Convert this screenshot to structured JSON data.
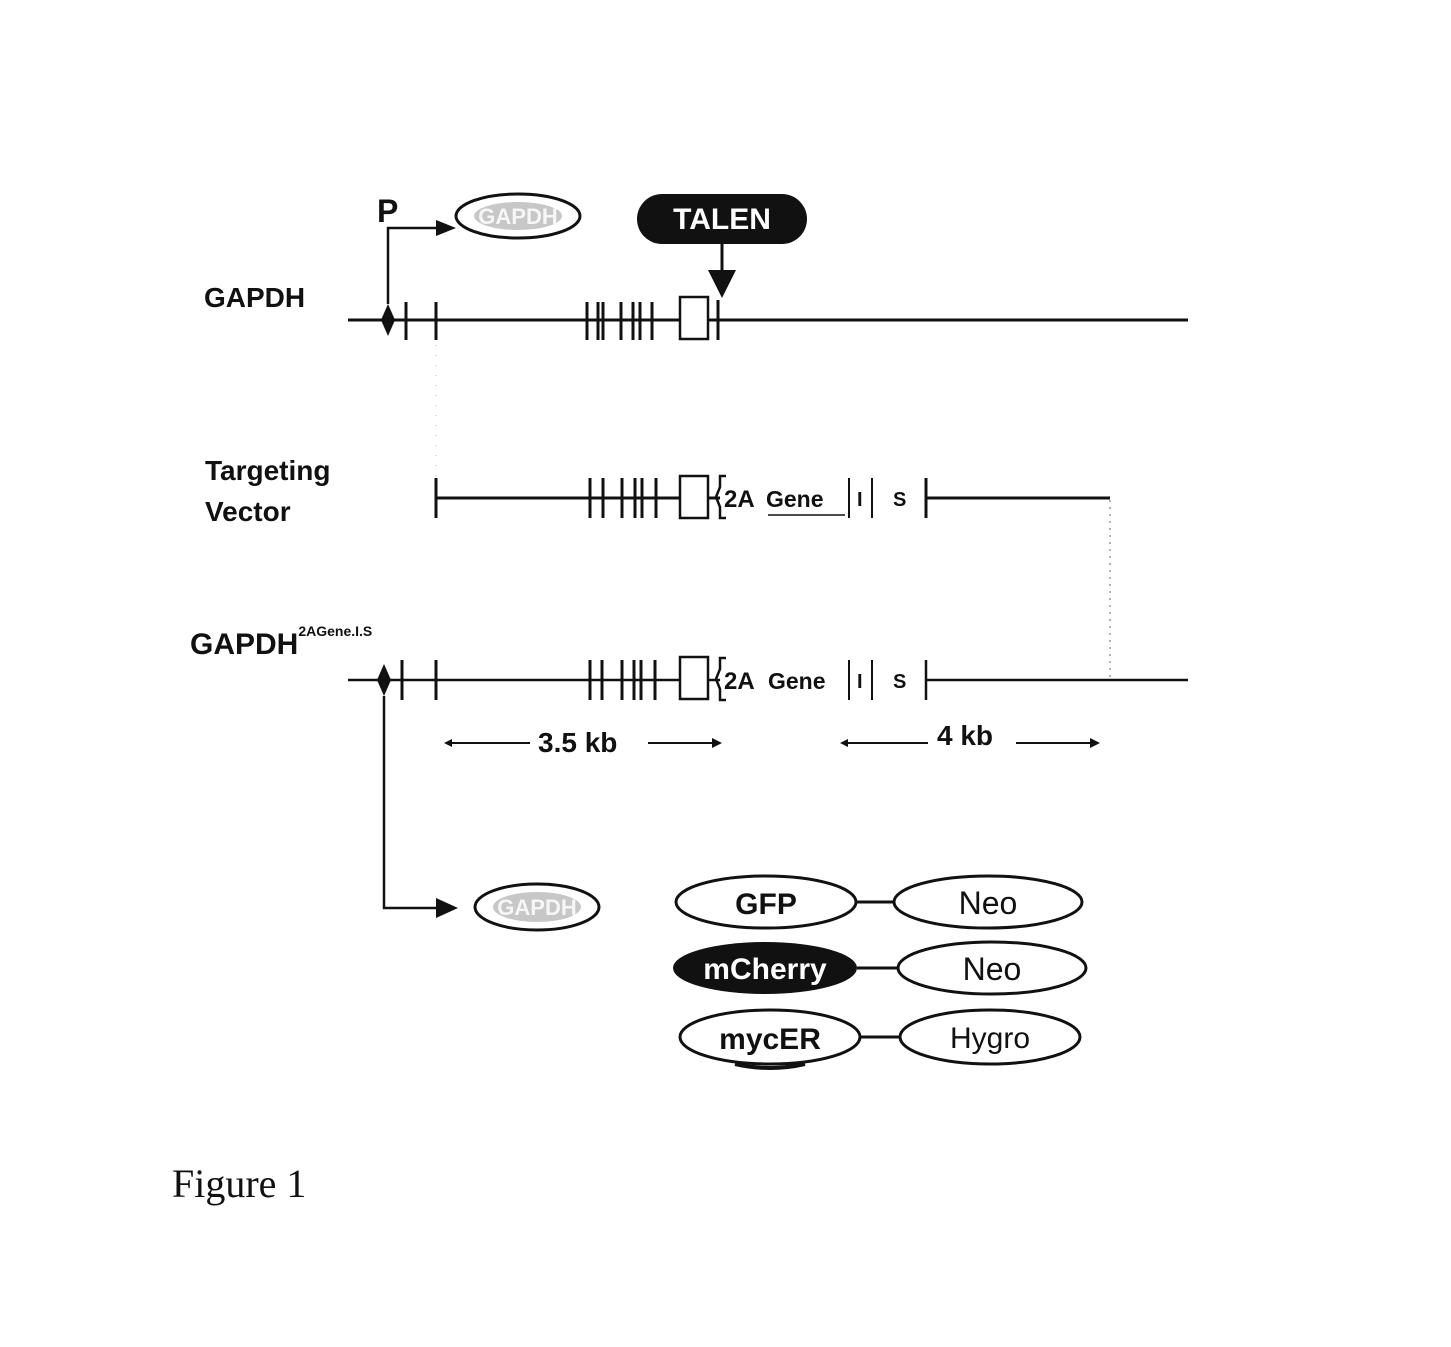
{
  "labels": {
    "promoter": "P",
    "talen": "TALEN",
    "gapdh": "GAPDH",
    "targeting_line1": "Targeting",
    "targeting_line2": "Vector",
    "modified_base": "GAPDH",
    "modified_sup": "2AGene.I.S",
    "cassette_2a": "2A",
    "cassette_gene": "Gene",
    "cassette_i": "I",
    "cassette_s": "S",
    "dist_left": "3.5 kb",
    "dist_right": "4 kb",
    "gapdh_protein": "GAPDH"
  },
  "fusions": [
    {
      "reporter": "GFP",
      "reporter_style": "outline",
      "selection": "Neo"
    },
    {
      "reporter": "mCherry",
      "reporter_style": "filled",
      "selection": "Neo"
    },
    {
      "reporter": "mycER",
      "reporter_style": "outline",
      "selection": "Hygro"
    }
  ],
  "caption": "Figure 1"
}
